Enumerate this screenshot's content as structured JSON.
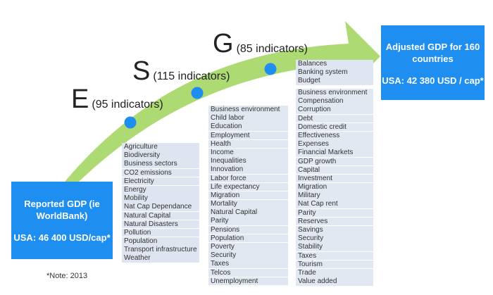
{
  "reported_box": {
    "title": "Reported GDP (ie WorldBank)",
    "value": "USA: 46 400 USD/cap*"
  },
  "adjusted_box": {
    "title": "Adjusted GDP for 160 countries",
    "value": "USA: 42 380 USD / cap*"
  },
  "pillars": {
    "e": {
      "letter": "E",
      "count": "(95 indicators)"
    },
    "s": {
      "letter": "S",
      "count": "(115 indicators)"
    },
    "g": {
      "letter": "G",
      "count": "(85 indicators)"
    }
  },
  "environmental_indicators": [
    "Agriculture",
    "Biodiversity",
    "Business sectors",
    "CO2 emissions",
    "Electricity",
    "Energy",
    "Mobility",
    "Nat Cap Dependance",
    "Natural Capital",
    "Natural Disasters",
    "Pollution",
    "Population",
    "Transport infrastructure",
    "Weather"
  ],
  "social_indicators": [
    "Business environment",
    "Child labor",
    "Education",
    "Employment",
    "Health",
    "Income",
    "Inequalities",
    "Innovation",
    "Labor force",
    "Life expectancy",
    "Migration",
    "Mortality",
    "Natural Capital",
    "Parity",
    "Pensions",
    "Population",
    "Poverty",
    "Security",
    "Taxes",
    "Telcos",
    "Unemployment"
  ],
  "governance_indicators_top": [
    "Balances",
    "Banking system",
    "Budget"
  ],
  "governance_indicators_bottom": [
    "Business environment",
    "Compensation",
    "Corruption",
    "Debt",
    "Domestic credit",
    "Effectiveness",
    "Expenses",
    "Financial Markets",
    "GDP growth",
    "Capital",
    "Investment",
    "Migration",
    "Military",
    "Nat Cap rent",
    "Parity",
    "Reserves",
    "Savings",
    "Security",
    "Stability",
    "Taxes",
    "Tourism",
    "Trade",
    "Value added"
  ],
  "note": "*Note: 2013",
  "colors": {
    "box": "#1f8ef1",
    "arrow": "#a9d86a",
    "dot": "#1f8ef1",
    "list_bg": "#dfe5f0"
  }
}
